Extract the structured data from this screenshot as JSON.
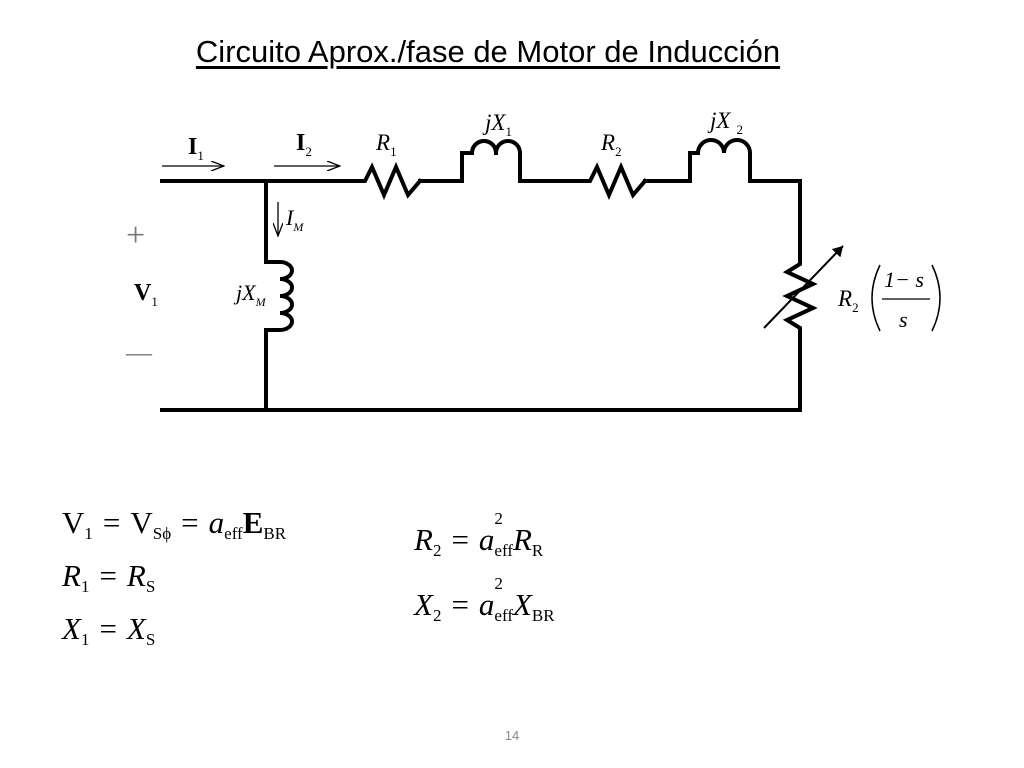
{
  "title": "Circuito Aprox./fase de Motor de Inducción",
  "page_number": "14",
  "circuit": {
    "i1": {
      "sym": "I",
      "sub": "1"
    },
    "i2": {
      "sym": "I",
      "sub": "2"
    },
    "r1": {
      "sym": "R",
      "sub": "1"
    },
    "x1": {
      "pre": "j",
      "sym": "X",
      "sub": "1"
    },
    "r2": {
      "sym": "R",
      "sub": "2"
    },
    "x2": {
      "pre": "j",
      "sym": "X",
      "sub": "2"
    },
    "im": {
      "sym": "I",
      "sub": "M"
    },
    "xm": {
      "pre": "j",
      "sym": "X",
      "sub": "M"
    },
    "v1": {
      "sym": "V",
      "sub": "1"
    },
    "plus": "+",
    "minus": "—",
    "rload": {
      "sym": "R",
      "sub": "2",
      "num": "1− s",
      "den": "s"
    }
  },
  "equations": {
    "eq1": {
      "v1": "V",
      "v1_sub": "1",
      "eq": "=",
      "vs": "V",
      "vs_sub": "Sϕ",
      "eq2": "=",
      "a": "a",
      "a_sub": "eff",
      "e": "E",
      "e_sub": "BR"
    },
    "eq2": {
      "r1": "R",
      "r1_sub": "1",
      "eq": "=",
      "rs": "R",
      "rs_sub": "S"
    },
    "eq3": {
      "x1": "X",
      "x1_sub": "1",
      "eq": "=",
      "xs": "X",
      "xs_sub": "S"
    },
    "eq4": {
      "r2": "R",
      "r2_sub": "2",
      "eq": "=",
      "a": "a",
      "a_sup": "2",
      "a_sub": "eff",
      "rr": "R",
      "rr_sub": "R"
    },
    "eq5": {
      "x2": "X",
      "x2_sub": "2",
      "eq": "=",
      "a": "a",
      "a_sup": "2",
      "a_sub": "eff",
      "xbr": "X",
      "xbr_sub": "BR"
    }
  }
}
